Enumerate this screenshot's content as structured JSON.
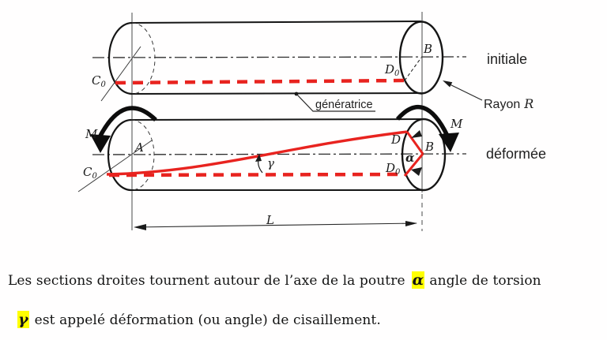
{
  "figure": {
    "initial": {
      "state": "initiale",
      "c0_main": "C",
      "c0_sub": "0",
      "d0_main": "D",
      "d0_sub": "0",
      "b": "B"
    },
    "deformed": {
      "state": "déformée",
      "a": "A",
      "c0_main": "C",
      "c0_sub": "0",
      "d": "D",
      "d0_main": "D",
      "d0_sub": "0",
      "b": "B",
      "alpha": "α",
      "gamma": "γ"
    },
    "callouts": {
      "generatrice": "génératrice",
      "rayon_word": "Rayon",
      "rayon_sym": "R",
      "moment_left": "M",
      "moment_right": "M",
      "length": "L"
    }
  },
  "caption": {
    "line1_before": "Les sections droites tournent autour de l’axe de la poutre",
    "line1_symbol": "α",
    "line1_after": "angle de torsion",
    "line2_symbol": "γ",
    "line2_after": "est appelé déformation (ou angle) de cisaillement."
  },
  "colors": {
    "red": "#e8231f",
    "highlight": "#ffff00",
    "ink": "#1b1b1b"
  }
}
